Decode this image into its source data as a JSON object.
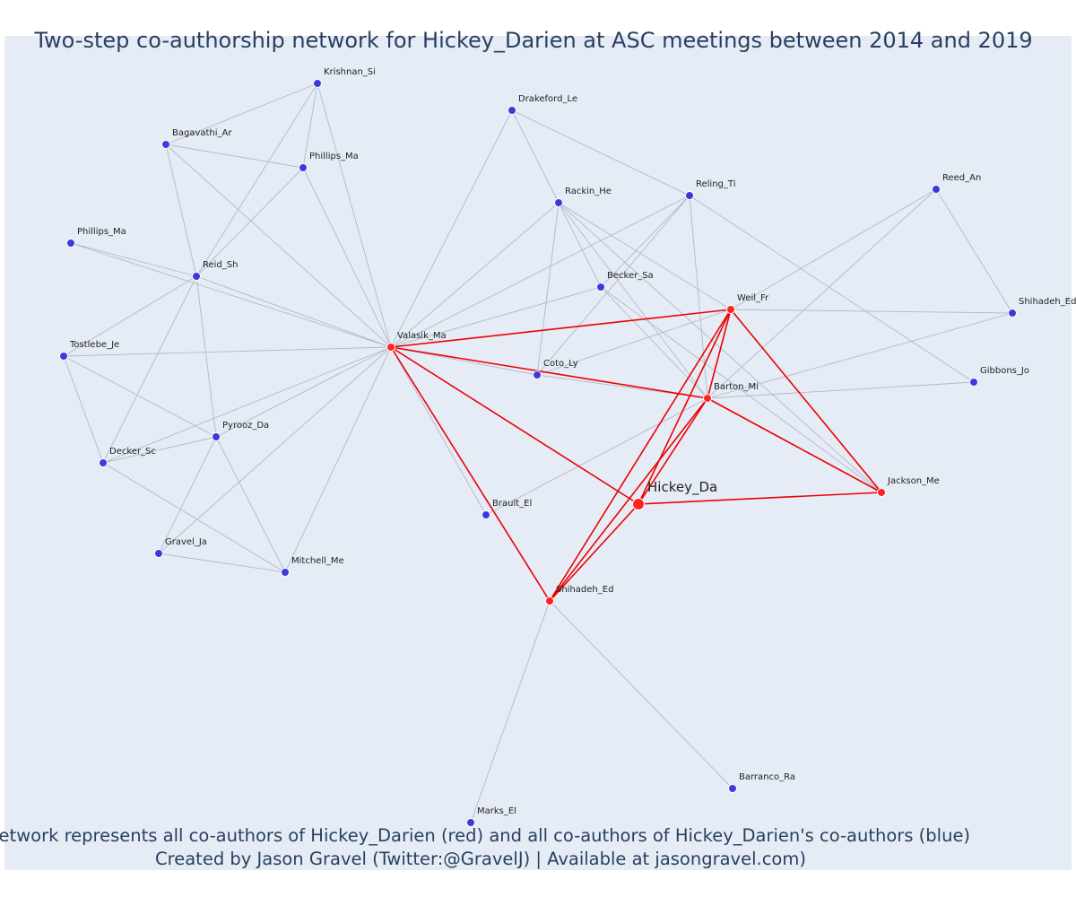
{
  "title": "Two-step co-authorship network for Hickey_Darien at ASC meetings between 2014 and 2019",
  "caption_line1": "Network represents all co-authors of Hickey_Darien (red) and all co-authors of Hickey_Darien's co-authors (blue)",
  "caption_line2": "Created by Jason Gravel (Twitter:@GravelJ) | Available at jasongravel.com)",
  "colors": {
    "plot_background": "#e5ecf6",
    "title_text": "#2a3f5f",
    "coauthor_node": "#ff2222",
    "second_step_node": "#3b3bdc",
    "coauthor_edge": "#ee0000",
    "second_step_edge": "#b4b8c8"
  },
  "focus_author": "Hickey_Da",
  "nodes": [
    {
      "id": "hickey",
      "label": "Hickey_Da",
      "group": "focus"
    },
    {
      "id": "valasik",
      "label": "Valasik_Ma",
      "group": "coauthor"
    },
    {
      "id": "weil",
      "label": "Weil_Fr",
      "group": "coauthor"
    },
    {
      "id": "barton",
      "label": "Barton_Mi",
      "group": "coauthor"
    },
    {
      "id": "jackson",
      "label": "Jackson_Me",
      "group": "coauthor"
    },
    {
      "id": "shihadeh1",
      "label": "Shihadeh_Ed",
      "group": "coauthor"
    },
    {
      "id": "krishnan",
      "label": "Krishnan_Si",
      "group": "second"
    },
    {
      "id": "bagavathi",
      "label": "Bagavathi_Ar",
      "group": "second"
    },
    {
      "id": "phillips1",
      "label": "Phillips_Ma",
      "group": "second"
    },
    {
      "id": "phillips2",
      "label": "Phillips_Ma",
      "group": "second"
    },
    {
      "id": "reid",
      "label": "Reid_Sh",
      "group": "second"
    },
    {
      "id": "tostlebe",
      "label": "Tostlebe_Je",
      "group": "second"
    },
    {
      "id": "decker",
      "label": "Decker_Sc",
      "group": "second"
    },
    {
      "id": "pyrooz",
      "label": "Pyrooz_Da",
      "group": "second"
    },
    {
      "id": "gravel",
      "label": "Gravel_Ja",
      "group": "second"
    },
    {
      "id": "mitchell",
      "label": "Mitchell_Me",
      "group": "second"
    },
    {
      "id": "drakeford",
      "label": "Drakeford_Le",
      "group": "second"
    },
    {
      "id": "rackin",
      "label": "Rackin_He",
      "group": "second"
    },
    {
      "id": "reling",
      "label": "Reling_Ti",
      "group": "second"
    },
    {
      "id": "beckersa",
      "label": "Becker_Sa",
      "group": "second"
    },
    {
      "id": "coto",
      "label": "Coto_Ly",
      "group": "second"
    },
    {
      "id": "brault",
      "label": "Brault_El",
      "group": "second"
    },
    {
      "id": "reed",
      "label": "Reed_An",
      "group": "second"
    },
    {
      "id": "shihadeh2",
      "label": "Shihadeh_Ed",
      "group": "second"
    },
    {
      "id": "gibbons",
      "label": "Gibbons_Jo",
      "group": "second"
    },
    {
      "id": "barranco",
      "label": "Barranco_Ra",
      "group": "second"
    },
    {
      "id": "marks",
      "label": "Marks_El",
      "group": "second"
    }
  ],
  "edges": [
    [
      "hickey",
      "valasik",
      "coauthor"
    ],
    [
      "hickey",
      "weil",
      "coauthor"
    ],
    [
      "hickey",
      "barton",
      "coauthor"
    ],
    [
      "hickey",
      "jackson",
      "coauthor"
    ],
    [
      "hickey",
      "shihadeh1",
      "coauthor"
    ],
    [
      "valasik",
      "weil",
      "coauthor"
    ],
    [
      "valasik",
      "barton",
      "coauthor"
    ],
    [
      "valasik",
      "shihadeh1",
      "coauthor"
    ],
    [
      "weil",
      "barton",
      "coauthor"
    ],
    [
      "weil",
      "jackson",
      "coauthor"
    ],
    [
      "weil",
      "shihadeh1",
      "coauthor"
    ],
    [
      "barton",
      "jackson",
      "coauthor"
    ],
    [
      "barton",
      "shihadeh1",
      "coauthor"
    ],
    [
      "krishnan",
      "bagavathi",
      "second"
    ],
    [
      "krishnan",
      "phillips1",
      "second"
    ],
    [
      "krishnan",
      "reid",
      "second"
    ],
    [
      "krishnan",
      "valasik",
      "second"
    ],
    [
      "bagavathi",
      "phillips1",
      "second"
    ],
    [
      "bagavathi",
      "reid",
      "second"
    ],
    [
      "bagavathi",
      "valasik",
      "second"
    ],
    [
      "phillips1",
      "reid",
      "second"
    ],
    [
      "phillips1",
      "valasik",
      "second"
    ],
    [
      "phillips2",
      "reid",
      "second"
    ],
    [
      "phillips2",
      "valasik",
      "second"
    ],
    [
      "reid",
      "tostlebe",
      "second"
    ],
    [
      "reid",
      "valasik",
      "second"
    ],
    [
      "reid",
      "decker",
      "second"
    ],
    [
      "reid",
      "pyrooz",
      "second"
    ],
    [
      "tostlebe",
      "valasik",
      "second"
    ],
    [
      "tostlebe",
      "decker",
      "second"
    ],
    [
      "tostlebe",
      "pyrooz",
      "second"
    ],
    [
      "decker",
      "pyrooz",
      "second"
    ],
    [
      "decker",
      "valasik",
      "second"
    ],
    [
      "decker",
      "mitchell",
      "second"
    ],
    [
      "pyrooz",
      "valasik",
      "second"
    ],
    [
      "pyrooz",
      "gravel",
      "second"
    ],
    [
      "pyrooz",
      "mitchell",
      "second"
    ],
    [
      "gravel",
      "mitchell",
      "second"
    ],
    [
      "gravel",
      "valasik",
      "second"
    ],
    [
      "mitchell",
      "valasik",
      "second"
    ],
    [
      "valasik",
      "drakeford",
      "second"
    ],
    [
      "valasik",
      "reling",
      "second"
    ],
    [
      "valasik",
      "rackin",
      "second"
    ],
    [
      "valasik",
      "beckersa",
      "second"
    ],
    [
      "valasik",
      "coto",
      "second"
    ],
    [
      "valasik",
      "brault",
      "second"
    ],
    [
      "drakeford",
      "rackin",
      "second"
    ],
    [
      "drakeford",
      "reling",
      "second"
    ],
    [
      "rackin",
      "beckersa",
      "second"
    ],
    [
      "rackin",
      "coto",
      "second"
    ],
    [
      "rackin",
      "weil",
      "second"
    ],
    [
      "rackin",
      "barton",
      "second"
    ],
    [
      "rackin",
      "jackson",
      "second"
    ],
    [
      "reling",
      "beckersa",
      "second"
    ],
    [
      "reling",
      "coto",
      "second"
    ],
    [
      "reling",
      "barton",
      "second"
    ],
    [
      "reling",
      "gibbons",
      "second"
    ],
    [
      "beckersa",
      "barton",
      "second"
    ],
    [
      "beckersa",
      "jackson",
      "second"
    ],
    [
      "coto",
      "barton",
      "second"
    ],
    [
      "coto",
      "weil",
      "second"
    ],
    [
      "brault",
      "barton",
      "second"
    ],
    [
      "reed",
      "weil",
      "second"
    ],
    [
      "reed",
      "barton",
      "second"
    ],
    [
      "reed",
      "shihadeh2",
      "second"
    ],
    [
      "shihadeh2",
      "weil",
      "second"
    ],
    [
      "shihadeh2",
      "barton",
      "second"
    ],
    [
      "gibbons",
      "barton",
      "second"
    ],
    [
      "shihadeh1",
      "barranco",
      "second"
    ],
    [
      "shihadeh1",
      "marks",
      "second"
    ]
  ]
}
